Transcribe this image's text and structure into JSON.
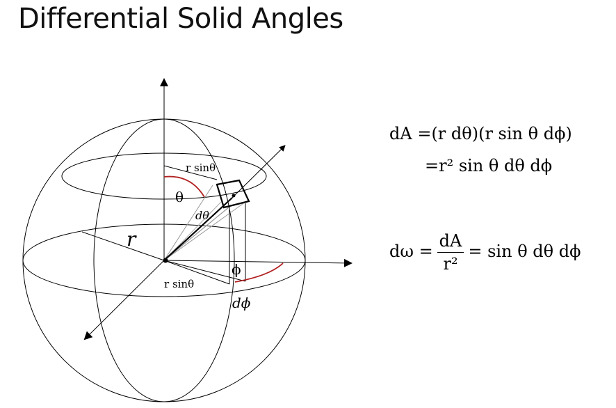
{
  "title": "Differential Solid Angles",
  "labels": {
    "r": "r",
    "rsintheta_top": "r sinθ",
    "theta": "θ",
    "dtheta": "dθ",
    "phi": "ϕ",
    "rsintheta_bottom": "r sinθ",
    "dphi": "dϕ"
  },
  "equations": {
    "dA_line1_lhs": "dA =",
    "dA_line1_rhs": "(r dθ)(r sin θ dϕ)",
    "dA_line2_eq": "=",
    "dA_line2_rhs": "r² sin θ dθ dϕ",
    "domega_lhs": "dω =",
    "domega_num": "dA",
    "domega_den": "r²",
    "domega_rhs": "= sin θ dθ dϕ"
  },
  "colors": {
    "arc": "#b22222",
    "line": "#000000",
    "gray": "#999999"
  }
}
